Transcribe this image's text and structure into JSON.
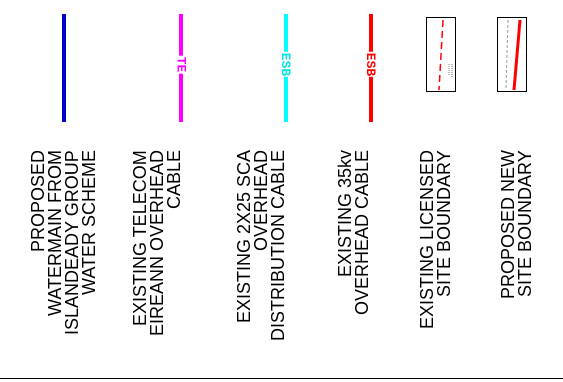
{
  "legend": {
    "items": [
      {
        "id": "proposed-new-site-boundary",
        "label_lines": [
          "PROPOSED NEW",
          "SITE BOUNDARY"
        ],
        "symbol": "box-solid-red-line",
        "color": "#ff0000"
      },
      {
        "id": "existing-licensed-site-boundary",
        "label_lines": [
          "EXISTING LICENSED",
          "SITE BOUNDARY"
        ],
        "symbol": "box-dashed-red-line",
        "color": "#ff0000"
      },
      {
        "id": "existing-35kv-overhead-cable",
        "label_lines": [
          "EXISTING 35kv",
          "OVERHEAD CABLE"
        ],
        "symbol": "line-with-tag",
        "tag": "ESB",
        "color": "#ff0000"
      },
      {
        "id": "existing-2x25-sca-distribution-cable",
        "label_lines": [
          "EXISTING 2X25 SCA",
          "OVERHEAD",
          "DISTRIBUTION CABLE"
        ],
        "symbol": "line-with-tag",
        "tag": "ESB",
        "color": "#00ffff"
      },
      {
        "id": "existing-telecom-eireann-cable",
        "label_lines": [
          "EXISTING TELECOM",
          "EIREANN OVERHEAD",
          "CABLE"
        ],
        "symbol": "line-with-tag",
        "tag": "TE",
        "color": "#ff00ff"
      },
      {
        "id": "proposed-watermain",
        "label_lines": [
          "PROPOSED",
          "WATERMAIN FROM",
          "ISLANDEADY GROUP",
          "WATER SCHEME"
        ],
        "symbol": "line",
        "color": "#0000cc"
      }
    ]
  }
}
